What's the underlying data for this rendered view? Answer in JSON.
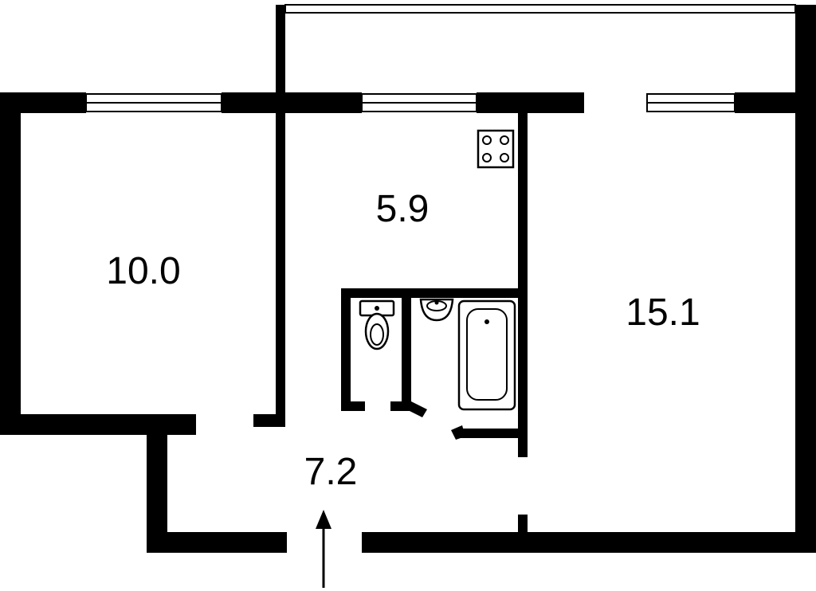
{
  "rooms": [
    {
      "id": "bedroom",
      "area": "10.0"
    },
    {
      "id": "kitchen",
      "area": "5.9"
    },
    {
      "id": "living-room",
      "area": "15.1"
    },
    {
      "id": "hallway",
      "area": "7.2"
    }
  ]
}
